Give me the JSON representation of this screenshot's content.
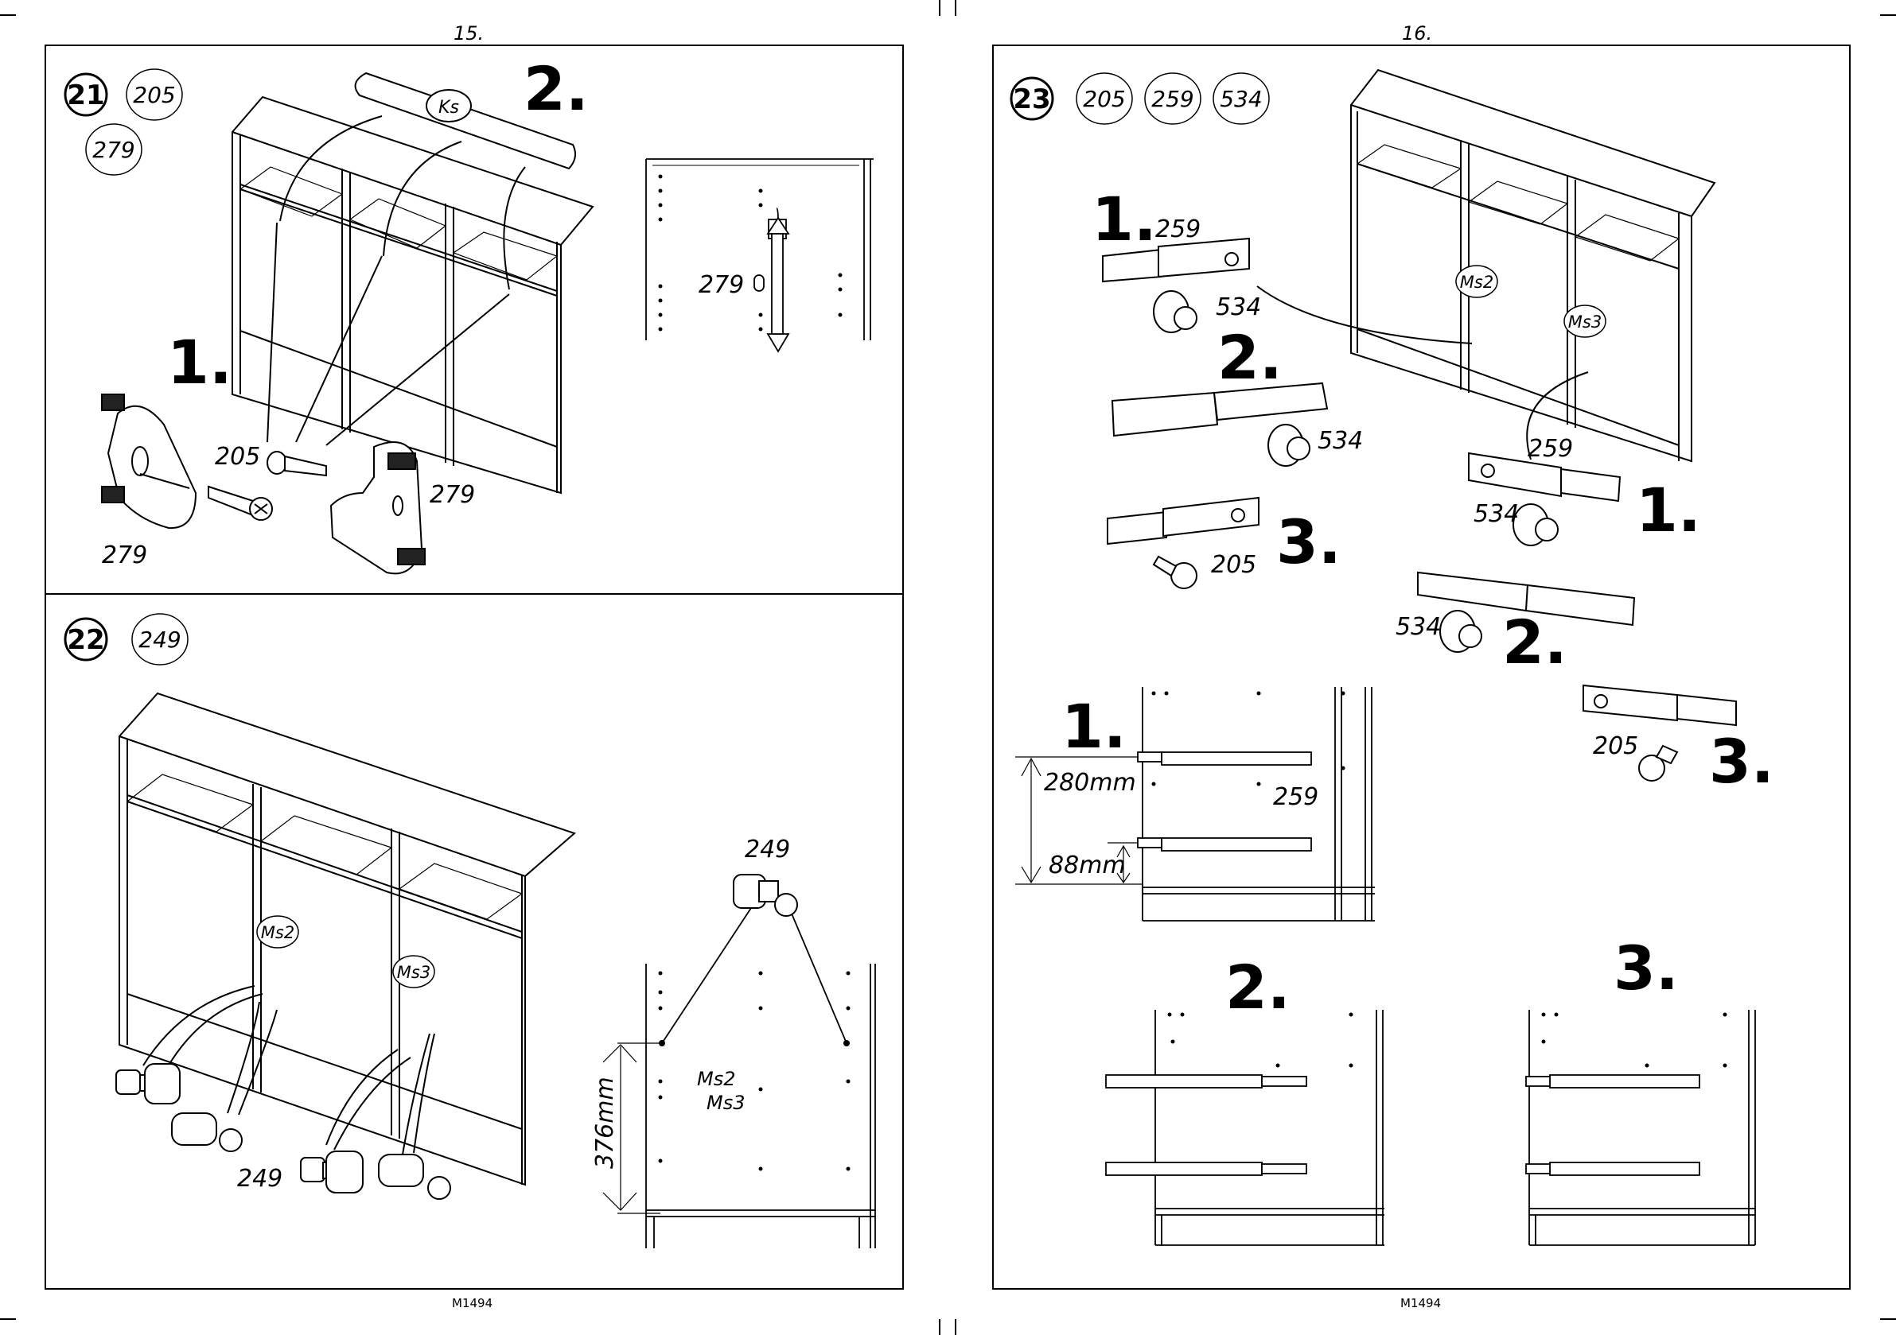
{
  "pages": [
    {
      "page_number": "15.",
      "footer_code": "M1494"
    },
    {
      "page_number": "16.",
      "footer_code": "M1494"
    }
  ],
  "step21": {
    "number": "21",
    "parts": [
      "205",
      "279"
    ],
    "labels": {
      "ks": "Ks",
      "seq1": "1.",
      "seq2": "2.",
      "p205": "205",
      "p279a": "279",
      "p279b": "279",
      "p279c": "279"
    }
  },
  "step22": {
    "number": "22",
    "parts": [
      "249"
    ],
    "labels": {
      "ms2": "Ms2",
      "ms3": "Ms3",
      "p249a": "249",
      "p249b": "249",
      "dim": "376mm",
      "hole_ms2": "Ms2",
      "hole_ms3": "Ms3"
    }
  },
  "step23": {
    "number": "23",
    "parts": [
      "205",
      "259",
      "534"
    ],
    "labels": {
      "a1": "1.",
      "a259": "259",
      "a534": "534",
      "a2": "2.",
      "a534b": "534",
      "a3": "3.",
      "a205": "205",
      "ms2": "Ms2",
      "ms3": "Ms3",
      "b259": "259",
      "b534": "534",
      "b1": "1.",
      "b534c": "534",
      "b2": "2.",
      "b205": "205",
      "b3": "3.",
      "d1": "1.",
      "d280": "280mm",
      "d88": "88mm",
      "d259": "259",
      "d2": "2.",
      "d3": "3."
    }
  }
}
